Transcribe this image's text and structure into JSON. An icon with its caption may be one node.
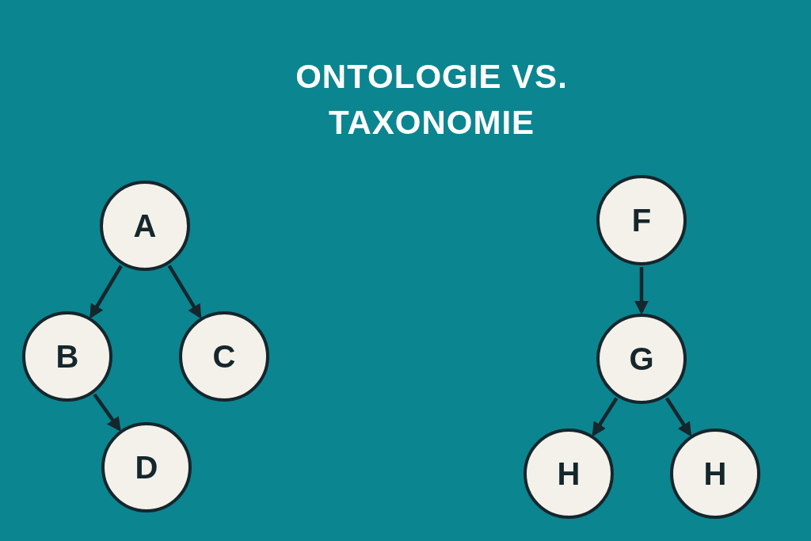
{
  "diagram": {
    "title": "ONTOLOGIE VS. TAXONOMIE",
    "nodes": [
      {
        "text": [
          "A"
        ]
      },
      {
        "text": [
          "B"
        ]
      },
      {
        "text": [
          "C"
        ]
      },
      {
        "text": [
          "D"
        ]
      },
      {
        "text": [
          "F"
        ]
      },
      {
        "text": [
          "G"
        ]
      },
      {
        "text": [
          "H"
        ]
      },
      {
        "text": [
          "H"
        ]
      }
    ],
    "edges": [
      {
        "from": 0,
        "to": 1,
        "arrow": "to"
      },
      {
        "from": 0,
        "to": 2,
        "arrow": "to"
      },
      {
        "from": 1,
        "to": 3,
        "arrow": "to"
      },
      {
        "from": 4,
        "to": 5,
        "arrow": "to"
      },
      {
        "from": 5,
        "to": 6,
        "arrow": "to"
      },
      {
        "from": 5,
        "to": 7,
        "arrow": "to"
      }
    ]
  }
}
